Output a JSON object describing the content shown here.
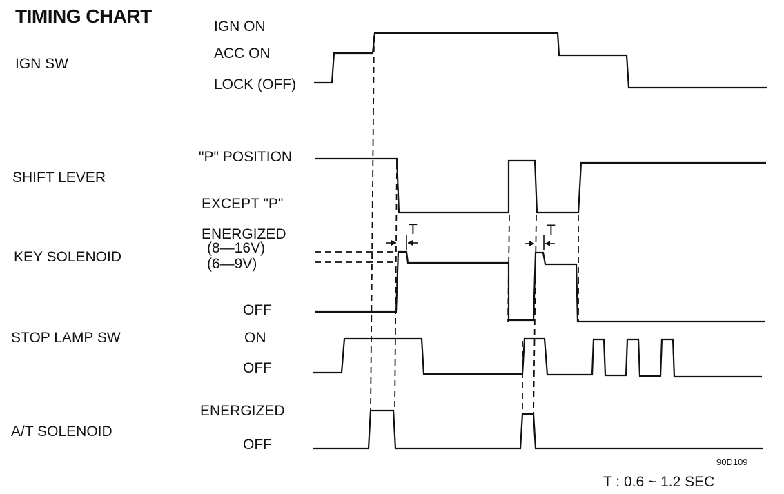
{
  "title": "TIMING CHART",
  "signals": {
    "ign_sw": {
      "name": "IGN SW",
      "levels": {
        "ign_on": "IGN ON",
        "acc_on": "ACC ON",
        "lock_off": "LOCK (OFF)"
      }
    },
    "shift_lever": {
      "name": "SHIFT LEVER",
      "levels": {
        "p_position": "\"P\" POSITION",
        "except_p": "EXCEPT \"P\""
      }
    },
    "key_solenoid": {
      "name": "KEY SOLENOID",
      "levels": {
        "energized": "ENERGIZED",
        "v8_16": "(8—16V)",
        "v6_9": "(6—9V)",
        "off": "OFF"
      }
    },
    "stop_lamp_sw": {
      "name": "STOP LAMP SW",
      "levels": {
        "on": "ON",
        "off": "OFF"
      }
    },
    "at_solenoid": {
      "name": "A/T SOLENOID",
      "levels": {
        "energized": "ENERGIZED",
        "off": "OFF"
      }
    }
  },
  "t_marker": "T",
  "figure_code": "90D109",
  "note": "T : 0.6 ~ 1.2 SEC"
}
